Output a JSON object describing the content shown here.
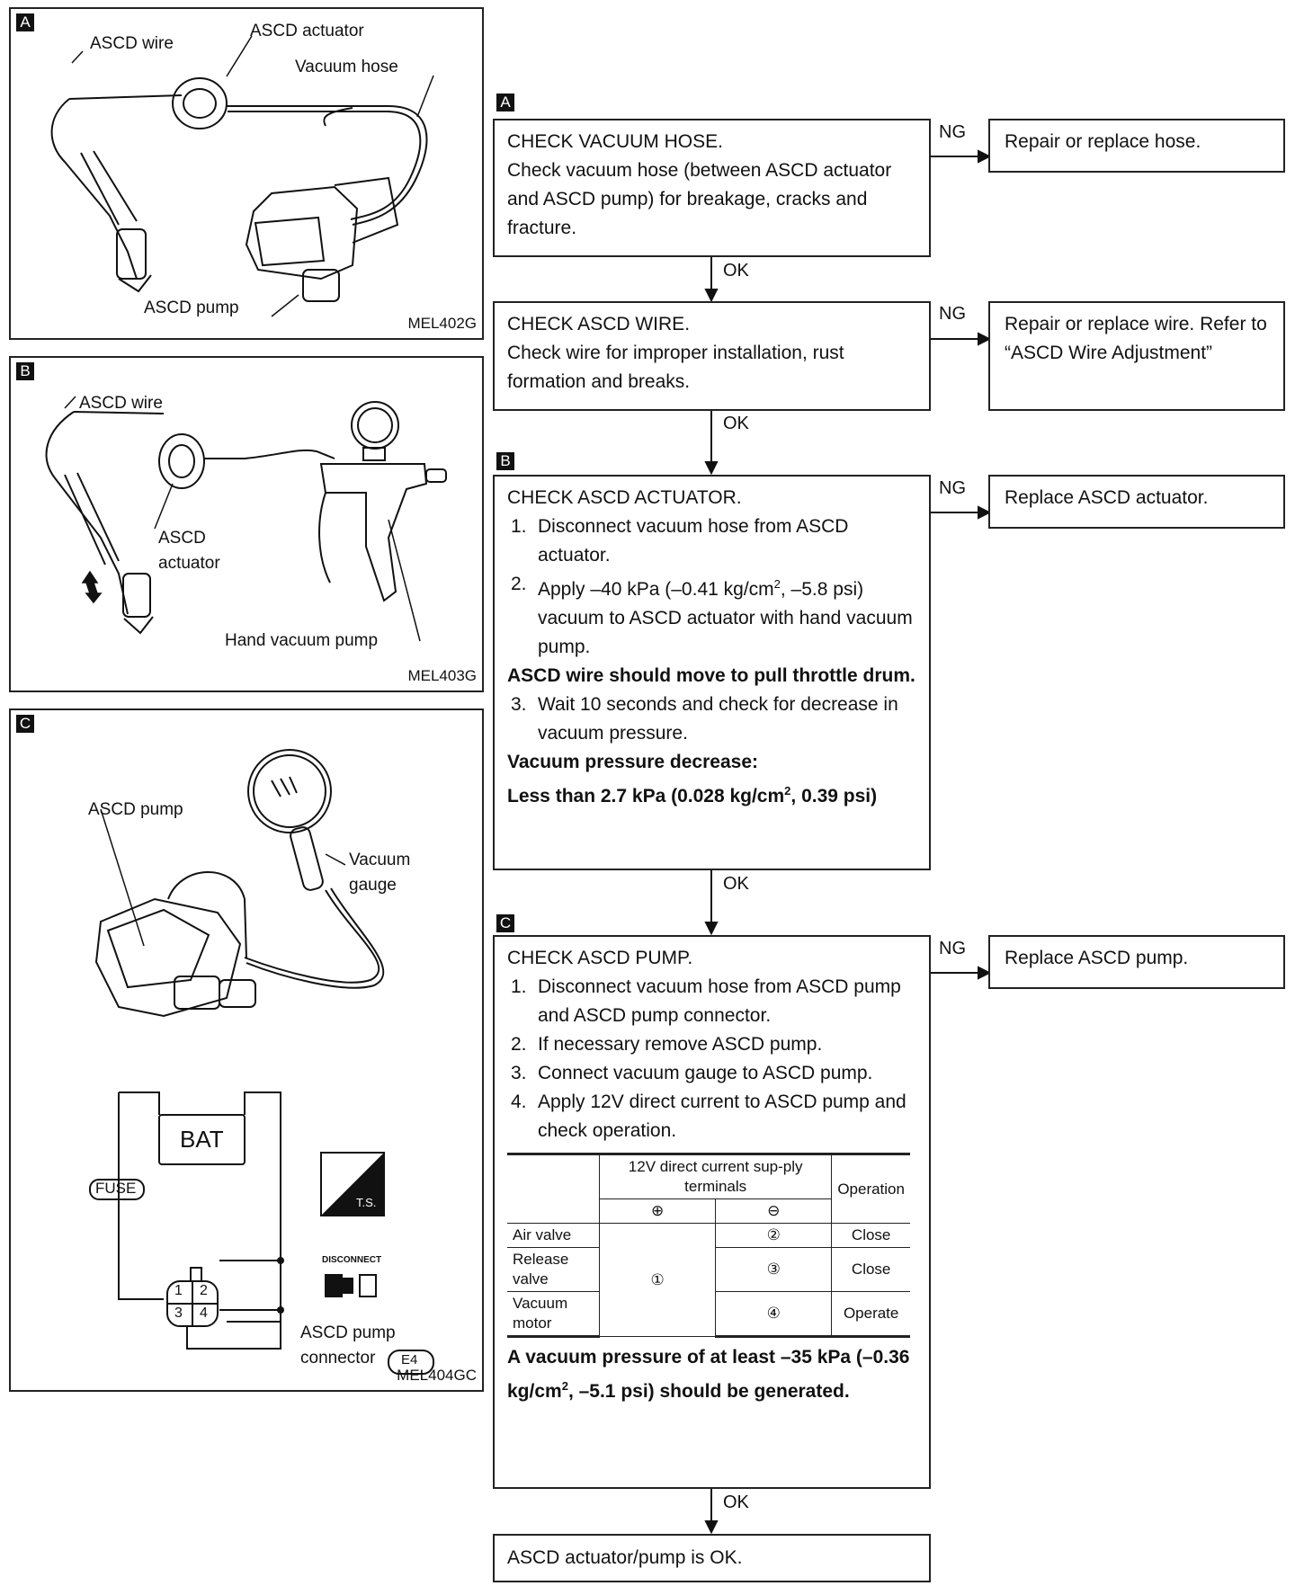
{
  "figures": {
    "a": {
      "tag": "A",
      "labels": {
        "wire": "ASCD wire",
        "actuator": "ASCD actuator",
        "hose": "Vacuum hose",
        "pump": "ASCD pump"
      },
      "code": "MEL402G"
    },
    "b": {
      "tag": "B",
      "labels": {
        "wire": "ASCD wire",
        "actuator_1": "ASCD",
        "actuator_2": "actuator",
        "hand_pump": "Hand vacuum pump"
      },
      "code": "MEL403G"
    },
    "c": {
      "tag": "C",
      "labels": {
        "pump": "ASCD pump",
        "gauge_1": "Vacuum",
        "gauge_2": "gauge",
        "bat": "BAT",
        "fuse": "FUSE",
        "pins": [
          "1",
          "2",
          "3",
          "4"
        ],
        "ts": "T.S.",
        "disconnect": "DISCONNECT",
        "connector_1": "ASCD pump",
        "connector_2": "connector",
        "connector_id": "E4"
      },
      "code": "MEL404GC"
    }
  },
  "flow": {
    "tags": [
      "A",
      "B",
      "C"
    ],
    "ng": "NG",
    "ok": "OK",
    "step1": {
      "title": "CHECK VACUUM HOSE.",
      "text": "Check vacuum hose (between ASCD actuator and ASCD pump) for breakage, cracks and fracture.",
      "ng_action": "Repair or replace hose."
    },
    "step2": {
      "title": "CHECK ASCD WIRE.",
      "text": "Check wire for improper installation, rust formation and breaks.",
      "ng_action": "Repair or replace wire. Refer to “ASCD Wire Adjustment”"
    },
    "step3": {
      "title": "CHECK ASCD ACTUATOR.",
      "item1": "Disconnect vacuum hose from ASCD actuator.",
      "item2_a": "Apply –40 kPa (–0.41 kg/cm",
      "item2_b": ", –5.8 psi) vacuum to ASCD actuator with hand vacuum pump.",
      "note1": "ASCD wire should move to pull throttle drum.",
      "item3": "Wait 10 seconds and check for decrease in vacuum pressure.",
      "note2": "Vacuum pressure decrease:",
      "note3_a": "Less than 2.7 kPa (0.028 kg/cm",
      "note3_b": ", 0.39 psi)",
      "ng_action": "Replace ASCD actuator."
    },
    "step4": {
      "title": "CHECK ASCD PUMP.",
      "item1": "Disconnect vacuum hose from ASCD pump and ASCD pump connector.",
      "item2": "If necessary remove ASCD pump.",
      "item3": "Connect vacuum gauge to ASCD pump.",
      "item4": "Apply 12V direct current to ASCD pump and check operation.",
      "table": {
        "header_supply": "12V direct current sup-ply terminals",
        "header_op": "Operation",
        "plus": "⊕",
        "minus": "⊖",
        "rows": [
          {
            "part": "Air valve",
            "plus": "①",
            "minus": "②",
            "op": "Close"
          },
          {
            "part": "Release valve",
            "minus": "③",
            "op": "Close"
          },
          {
            "part": "Vacuum motor",
            "minus": "④",
            "op": "Operate"
          }
        ]
      },
      "note_a": "A vacuum pressure of at least –35 kPa (–0.36 kg/cm",
      "note_b": ", –5.1 psi) should be generated.",
      "ng_action": "Replace ASCD pump."
    },
    "final": "ASCD actuator/pump is OK.",
    "superscript": "2"
  }
}
